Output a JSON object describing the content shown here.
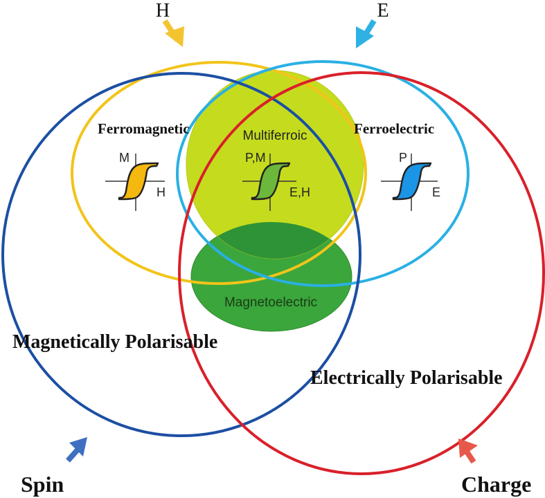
{
  "inputs": {
    "h_label": "H",
    "e_label": "E",
    "spin_label": "Spin",
    "charge_label": "Charge"
  },
  "regions": {
    "ferromagnetic": "Ferromagnetic",
    "multiferroic": "Multiferroic",
    "ferroelectric": "Ferroelectric",
    "magnetoelectric": "Magnetoelectric",
    "magnetically_polarisable": "Magnetically Polarisable",
    "electrically_polarisable": "Electrically Polarisable"
  },
  "hysteresis": {
    "ferromagnetic": {
      "y_axis": "M",
      "x_axis": "H"
    },
    "multiferroic": {
      "y_axis": "P,M",
      "x_axis": "E,H"
    },
    "ferroelectric": {
      "y_axis": "P",
      "x_axis": "E"
    }
  },
  "colors": {
    "magnetic_blue": "#1c4fa3",
    "electric_red": "#d9202a",
    "ferromagnetic_yellow": "#f2c41a",
    "ferroelectric_cyan": "#2ab0e4",
    "multiferroic_fill": "#c5dc1e",
    "magnetoelectric_fill": "#3aa63c",
    "loop_yellow": "#f5b80f",
    "loop_green": "#6cb83a",
    "loop_blue": "#1b95e6",
    "arrow_h": "#f4c430",
    "arrow_e": "#2fb1e4",
    "arrow_spin": "#3f6fc0",
    "arrow_charge": "#e8584a"
  }
}
